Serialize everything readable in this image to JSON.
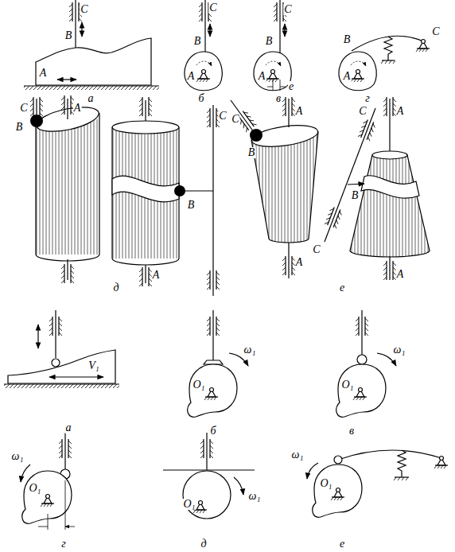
{
  "diagram": {
    "labels": [
      "C",
      "B",
      "A",
      "а",
      "C",
      "B",
      "A",
      "б",
      "C",
      "B",
      "A",
      "e",
      "в",
      "B",
      "C",
      "A",
      "г",
      "C",
      "A",
      "B",
      "B",
      "A",
      "C",
      "д",
      "C",
      "A",
      "B",
      "A",
      "C",
      "A",
      "B",
      "C",
      "A",
      "е",
      "V₁",
      "а",
      "ω₁",
      "O₁",
      "б",
      "ω₁",
      "O₁",
      "в",
      "ω₁",
      "O₁",
      "г",
      "O₁",
      "ω₁",
      "д",
      "ω₁",
      "O₁",
      "е"
    ]
  }
}
